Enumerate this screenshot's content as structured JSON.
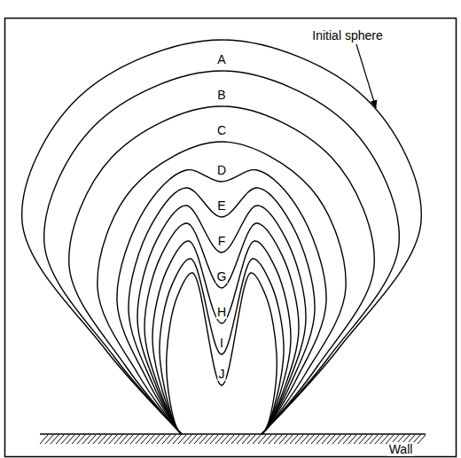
{
  "diagram": {
    "labels": [
      "Initial sphere",
      "A",
      "B",
      "C",
      "D",
      "E",
      "F",
      "G",
      "H",
      "I",
      "J",
      "Wall"
    ]
  }
}
